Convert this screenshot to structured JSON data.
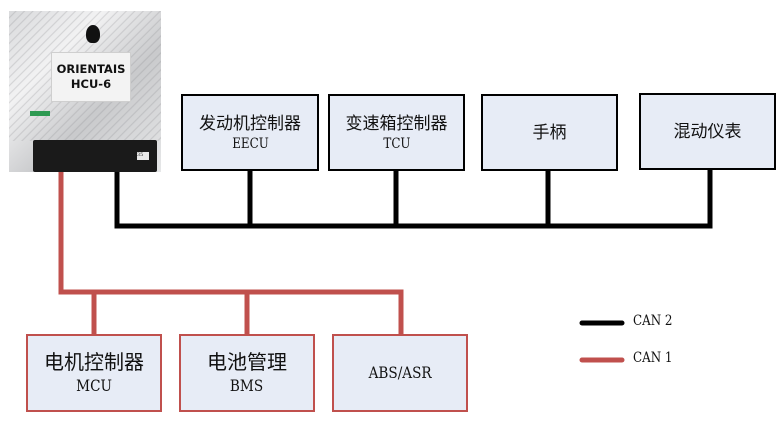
{
  "hcu": {
    "line1": "ORIENTAIS",
    "line2": "HCU-6",
    "sticker": "35"
  },
  "can2_nodes": [
    {
      "cn": "发动机控制器",
      "en": "EECU"
    },
    {
      "cn": "变速箱控制器",
      "en": "TCU"
    },
    {
      "cn": "手柄",
      "en": ""
    },
    {
      "cn": "混动仪表",
      "en": ""
    }
  ],
  "can1_nodes": [
    {
      "cn": "电机控制器",
      "en": "MCU"
    },
    {
      "cn": "电池管理",
      "en": "BMS"
    },
    {
      "cn": "",
      "en": "ABS/ASR"
    }
  ],
  "legend": [
    {
      "label": "CAN 2",
      "color": "#000000"
    },
    {
      "label": "CAN 1",
      "color": "#c0504d"
    }
  ],
  "colors": {
    "can2": "#000000",
    "can1": "#c0504d",
    "box_fill": "#e7ecf6"
  }
}
